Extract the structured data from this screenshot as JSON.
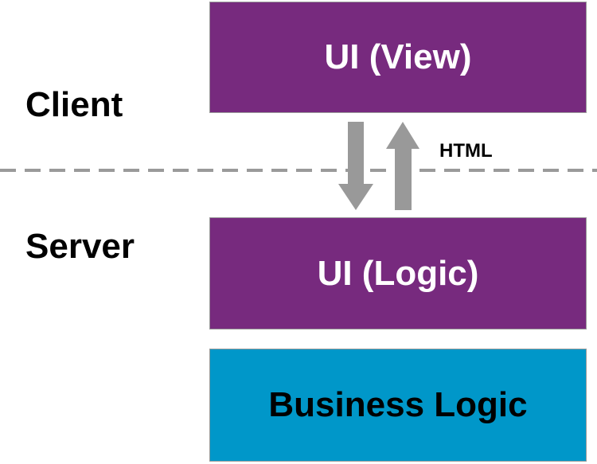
{
  "colors": {
    "box_purple": "#772a7e",
    "box_blue": "#0097c9",
    "arrow_gray": "#999999",
    "divider_gray": "#9a9a9a"
  },
  "labels": {
    "client": "Client",
    "server": "Server",
    "protocol": "HTML"
  },
  "boxes": {
    "ui_view": "UI (View)",
    "ui_logic": "UI (Logic)",
    "business_logic": "Business Logic"
  },
  "arrows": {
    "down_icon": "arrow-down-icon",
    "up_icon": "arrow-up-icon"
  }
}
